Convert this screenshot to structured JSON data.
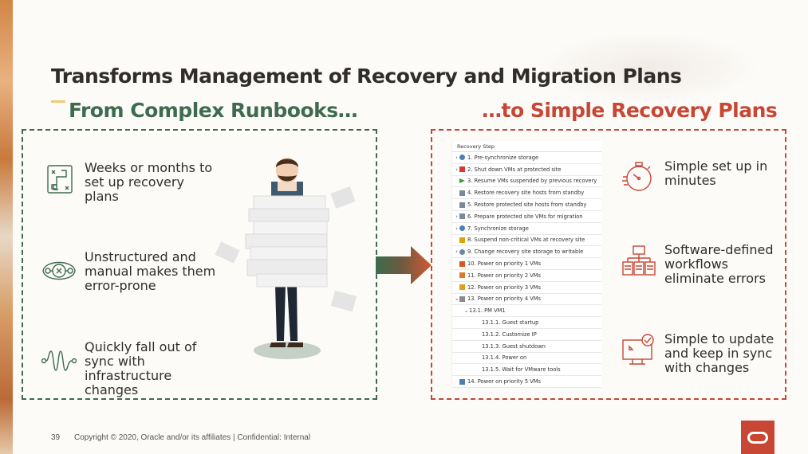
{
  "title": "Transforms Management of Recovery and Migration Plans",
  "left_heading": "From Complex Runbooks…",
  "right_heading": "…to Simple Recovery Plans",
  "left_features": [
    {
      "icon": "flowchart-icon",
      "text": "Weeks or months to set up recovery plans"
    },
    {
      "icon": "tangled-process-icon",
      "text": "Unstructured and manual makes them error-prone"
    },
    {
      "icon": "wave-sync-icon",
      "text": "Quickly fall out of sync with infrastructure changes"
    }
  ],
  "right_features": [
    {
      "icon": "stopwatch-icon",
      "text": "Simple set up in minutes"
    },
    {
      "icon": "workflow-icon",
      "text": "Software-defined workflows eliminate errors"
    },
    {
      "icon": "monitor-check-icon",
      "text": "Simple to update and keep in sync with changes"
    }
  ],
  "table": {
    "header": "Recovery Step",
    "rows": [
      {
        "text": "1. Pre-synchronize storage",
        "chevron": "›",
        "indent": 0,
        "icon": "sync"
      },
      {
        "text": "2. Shut down VMs at protected site",
        "chevron": "›",
        "indent": 0,
        "icon": "stop"
      },
      {
        "text": "3. Resume VMs suspended by previous recovery",
        "chevron": "",
        "indent": 0,
        "icon": "play"
      },
      {
        "text": "4. Restore recovery site hosts from standby",
        "chevron": "",
        "indent": 0,
        "icon": "host"
      },
      {
        "text": "5. Restore protected site hosts from standby",
        "chevron": "",
        "indent": 0,
        "icon": "host"
      },
      {
        "text": "6. Prepare protected site VMs for migration",
        "chevron": "›",
        "indent": 0,
        "icon": "host"
      },
      {
        "text": "7. Synchronize storage",
        "chevron": "›",
        "indent": 0,
        "icon": "sync"
      },
      {
        "text": "8. Suspend non-critical VMs at recovery site",
        "chevron": "",
        "indent": 0,
        "icon": "pause"
      },
      {
        "text": "9. Change recovery site storage to writable",
        "chevron": "›",
        "indent": 0,
        "icon": "gear"
      },
      {
        "text": "10. Power on priority 1 VMs",
        "chevron": "",
        "indent": 0,
        "icon": "p1"
      },
      {
        "text": "11. Power on priority 2 VMs",
        "chevron": "",
        "indent": 0,
        "icon": "p2"
      },
      {
        "text": "12. Power on priority 3 VMs",
        "chevron": "",
        "indent": 0,
        "icon": "p3"
      },
      {
        "text": "13. Power on priority 4 VMs",
        "chevron": "⌄",
        "indent": 0,
        "icon": "p4"
      },
      {
        "text": "13.1. PM VM1",
        "chevron": "⌄",
        "indent": 1,
        "icon": ""
      },
      {
        "text": "13.1.1. Guest startup",
        "chevron": "",
        "indent": 2,
        "icon": ""
      },
      {
        "text": "13.1.2. Customize IP",
        "chevron": "",
        "indent": 2,
        "icon": ""
      },
      {
        "text": "13.1.3. Guest shutdown",
        "chevron": "",
        "indent": 2,
        "icon": ""
      },
      {
        "text": "13.1.4. Power on",
        "chevron": "",
        "indent": 2,
        "icon": ""
      },
      {
        "text": "13.1.5. Wait for VMware tools",
        "chevron": "",
        "indent": 2,
        "icon": ""
      },
      {
        "text": "14. Power on priority 5 VMs",
        "chevron": "",
        "indent": 0,
        "icon": "p5"
      }
    ]
  },
  "footer": {
    "page_number": "39",
    "copyright": "Copyright © 2020, Oracle and/or its affiliates  |  Confidential: Internal"
  },
  "colors": {
    "green": "#3e6b4d",
    "red": "#c74634",
    "text": "#312d2a",
    "accent": "#f0cc71"
  }
}
